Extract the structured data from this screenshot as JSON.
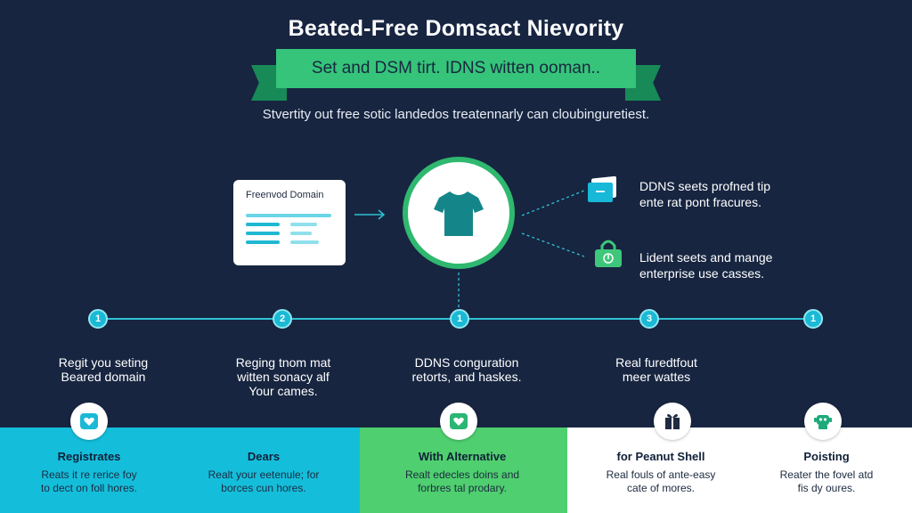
{
  "header": {
    "title": "Beated-Free Domsact Nievority",
    "ribbon": "Set and DSM tirt. IDNS witten ooman..",
    "subtitle": "Stvertity out free sotic landedos treatennarly can cloubinguretiest."
  },
  "diagram": {
    "card_title": "Freenvod Domain",
    "center_icon": "t-shirt-icon",
    "features": [
      {
        "icon": "ddns-card-icon",
        "lines": [
          "DDNS seets profned tip",
          "ente rat pont fracures."
        ]
      },
      {
        "icon": "lock-icon",
        "lines": [
          "Lident seets and mange",
          "enterprise use casses."
        ]
      }
    ]
  },
  "timeline": {
    "steps": [
      {
        "number": "1",
        "lines": [
          "Regit you seting",
          "Beared domain"
        ]
      },
      {
        "number": "2",
        "lines": [
          "Reging tnom mat",
          "witten sonacy alf",
          "Your cames."
        ]
      },
      {
        "number": "1",
        "lines": [
          "DDNS conguration",
          "retorts, and haskes."
        ]
      },
      {
        "number": "3",
        "lines": [
          "Real furedtfout",
          "meer wattes"
        ]
      },
      {
        "number": "1",
        "lines": []
      }
    ]
  },
  "panels": [
    {
      "title": "Registrates",
      "lines": [
        "Reats it re rerice foy",
        "to dect on foll hores."
      ],
      "icon": "heart-icon",
      "color": "#14bedb"
    },
    {
      "title": "Dears",
      "lines": [
        "Realt your eetenule; for",
        "borces cun hores."
      ],
      "icon": "",
      "color": "#14bedb"
    },
    {
      "title": "With Alternative",
      "lines": [
        "Realt edecles doins and",
        "forbres tal prodary."
      ],
      "icon": "heart-icon",
      "color": "#4fcf6f"
    },
    {
      "title": "for Peanut Shell",
      "lines": [
        "Real fouls of ante-easy",
        "cate of mores."
      ],
      "icon": "gift-icon",
      "color": "#ffffff"
    },
    {
      "title": "Poisting",
      "lines": [
        "Reater the fovel atd",
        "fis dy oures."
      ],
      "icon": "robot-icon",
      "color": "#ffffff"
    }
  ],
  "colors": {
    "background": "#172540",
    "green": "#35c47a",
    "teal": "#1ab9d5",
    "cyan_panel": "#14bedb",
    "green_panel": "#4fcf6f"
  }
}
